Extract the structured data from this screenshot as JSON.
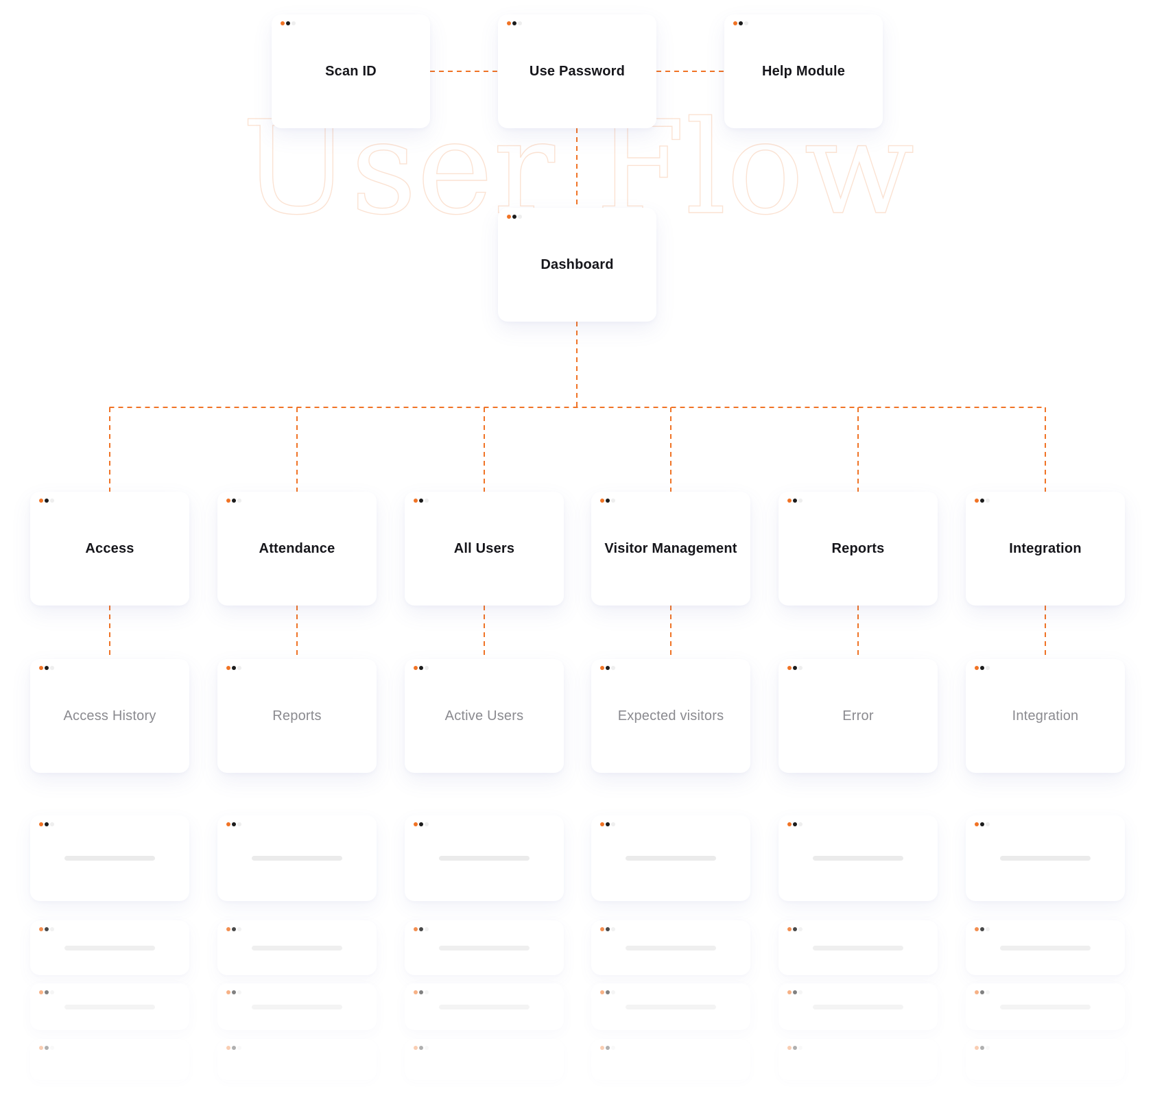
{
  "watermark": {
    "text": "User Flow",
    "color": "#fbe2d2"
  },
  "colors": {
    "accent": "#f07325",
    "dark": "#1c1c1c",
    "light": "#eeeeee",
    "connector": "#f07325",
    "placeholder_bar": "#ebebeb",
    "secondary_text": "#8a8a8f"
  },
  "login_row": {
    "scan_id": "Scan ID",
    "use_password": "Use Password",
    "help_module": "Help Module"
  },
  "dashboard": {
    "label": "Dashboard"
  },
  "modules": [
    {
      "label": "Access",
      "sub_label": "Access History"
    },
    {
      "label": "Attendance",
      "sub_label": "Reports"
    },
    {
      "label": "All Users",
      "sub_label": "Active Users"
    },
    {
      "label": "Visitor Management",
      "sub_label": "Expected visitors"
    },
    {
      "label": "Reports",
      "sub_label": "Error"
    },
    {
      "label": "Integration",
      "sub_label": "Integration"
    }
  ],
  "stack_opacity": [
    1,
    0.8,
    0.55,
    0.35
  ]
}
